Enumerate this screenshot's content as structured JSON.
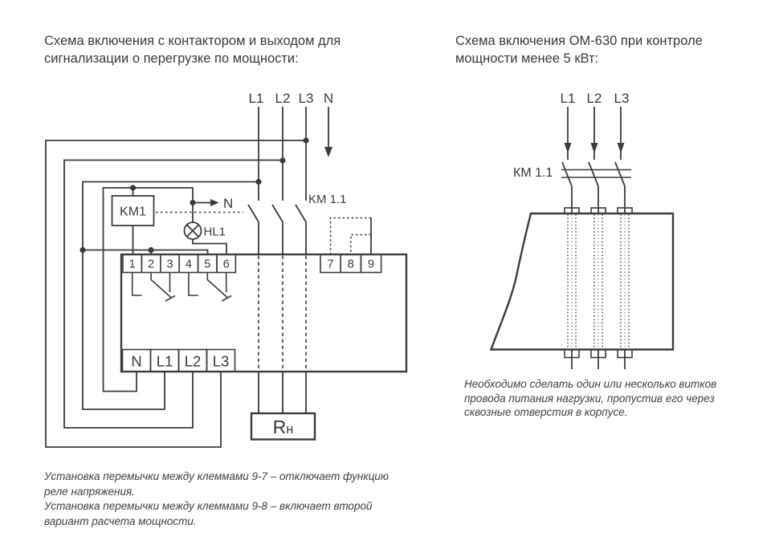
{
  "left": {
    "title_lines": [
      "Схема включения с контактором и выходом для",
      "сигнализации о перегрузке по мощности:"
    ],
    "phases": [
      "L1",
      "L2",
      "L3",
      "N"
    ],
    "contactor_coil": "KM1",
    "lamp": "HL1",
    "neutral_label": "N",
    "contact_label": "KM 1.1",
    "top_terminals": [
      "1",
      "2",
      "3",
      "4",
      "5",
      "6"
    ],
    "aux_terminals": [
      "7",
      "8",
      "9"
    ],
    "bottom_terminals": [
      "N",
      "L1",
      "L2",
      "L3"
    ],
    "load_label": "R",
    "load_label_sub": "н"
  },
  "right": {
    "title_lines": [
      "Схема включения ОМ-630 при контроле",
      "мощности менее 5 кВт:"
    ],
    "phases": [
      "L1",
      "L2",
      "L3"
    ],
    "contact_label": "КМ 1.1",
    "note_lines": [
      "Необходимо сделать один или несколько витков",
      "провода питания нагрузки, пропустив его через",
      "сквозные отверстия в корпусе."
    ]
  },
  "footnote_lines": [
    "Установка перемычки между клеммами 9-7 – отключает функцию",
    "реле напряжения.",
    "Установка перемычки между клеммами 9-8 – включает второй",
    "вариант расчета мощности."
  ],
  "colors": {
    "line": "#3c3c3c",
    "text": "#3a3a3a",
    "background": "#ffffff"
  }
}
